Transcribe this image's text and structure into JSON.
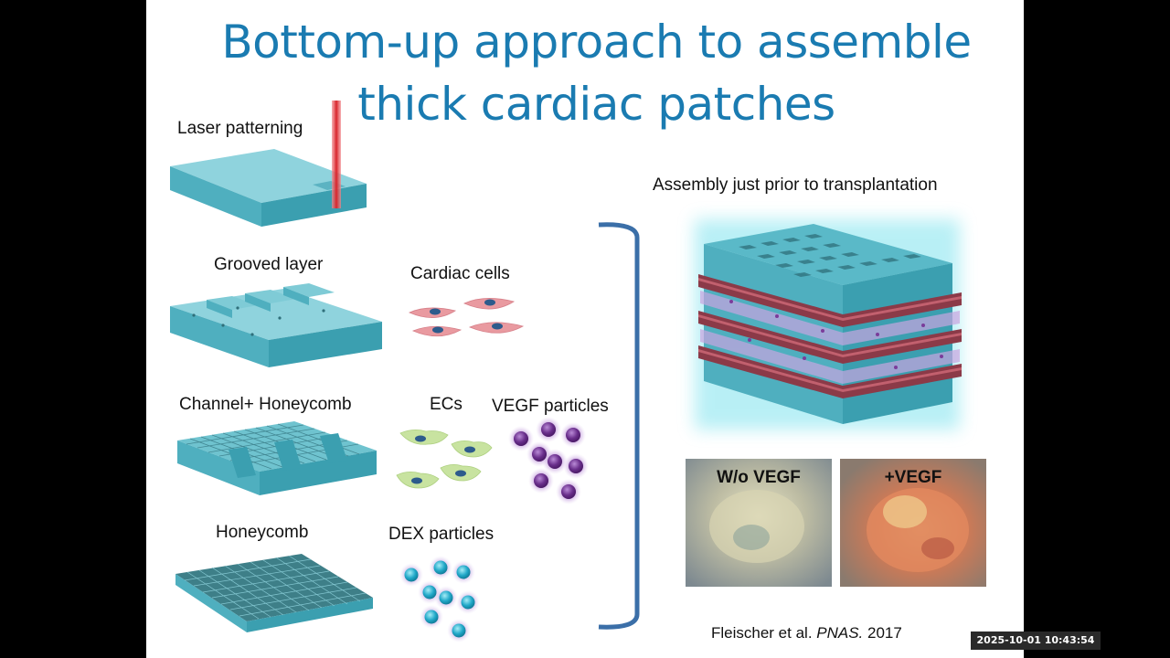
{
  "slide": {
    "title_line1": "Bottom-up approach to assemble",
    "title_line2": "thick cardiac patches",
    "labels": {
      "laser": "Laser patterning",
      "grooved": "Grooved layer",
      "cardiac_cells": "Cardiac cells",
      "channel_honeycomb": "Channel+ Honeycomb",
      "ecs": "ECs",
      "vegf_particles": "VEGF particles",
      "honeycomb": "Honeycomb",
      "dex_particles": "DEX particles",
      "assembly": "Assembly just prior to transplantation"
    },
    "photos": {
      "without_vegf": "W/o VEGF",
      "with_vegf": "+VEGF"
    },
    "citation": {
      "authors": "Fleischer et al. ",
      "journal": "PNAS.",
      "year": " 2017"
    }
  },
  "video": {
    "timestamp": "2025-10-01  10:43:54"
  },
  "colors": {
    "title": "#1a7bb1",
    "scaffold": "#5ab9c8",
    "bracket": "#3b6fa8",
    "laser": "#d8242a",
    "cardiac_cell": "#e99aa0",
    "endothelial_cell": "#c8e3a0",
    "vegf": "#7a3c9a",
    "dex": "#22a9c9"
  }
}
